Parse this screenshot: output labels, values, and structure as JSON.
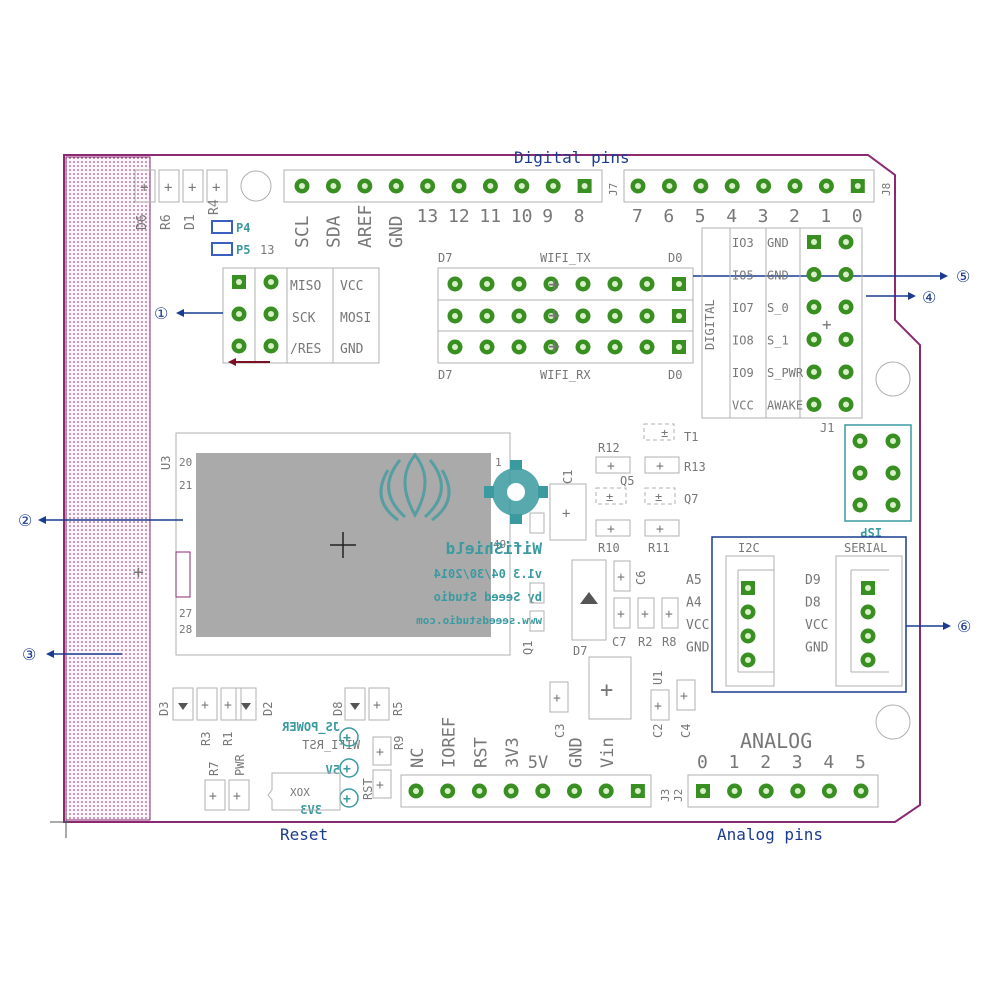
{
  "colors": {
    "board_outline": "#8b2a70",
    "silk": "#b0b0b0",
    "pad": "#3a8f22",
    "callout": "#1a3b8f",
    "teal": "#3a9aa0",
    "module": "#aaaaaa",
    "dark_red": "#7a1020"
  },
  "titles": {
    "digital": "Digital pins",
    "analog": "Analog pins",
    "reset": "Reset"
  },
  "callouts": {
    "c1": "①",
    "c2": "②",
    "c3": "③",
    "c4": "④",
    "c5": "⑤",
    "c6": "⑥"
  },
  "digital_header": {
    "left_labels": [
      "SCL",
      "SDA",
      "AREF",
      "GND",
      "13",
      "12",
      "11",
      "10",
      "9",
      "8"
    ],
    "right_labels": [
      "7",
      "6",
      "5",
      "4",
      "3",
      "2",
      "1",
      "0"
    ],
    "j7": "J7",
    "j8": "J8"
  },
  "power_header": {
    "labels": [
      "NC",
      "IOREF",
      "RST",
      "3V3",
      "5V",
      "GND",
      "Vin"
    ],
    "j3": "J3"
  },
  "analog_header": {
    "title": "ANALOG",
    "labels": [
      "0",
      "1",
      "2",
      "3",
      "4",
      "5"
    ],
    "j2": "J2"
  },
  "icsp": {
    "labels": [
      "MISO",
      "VCC",
      "SCK",
      "MOSI",
      "/RES",
      "GND"
    ],
    "p4": "P4",
    "p5": "P5",
    "p13": "13"
  },
  "wifi_header": {
    "top_left": "D7",
    "top_mid": "WIFI_TX",
    "top_right": "D0",
    "bot_left": "D7",
    "bot_mid": "WIFI_RX",
    "bot_right": "D0",
    "digital": "DIGITAL"
  },
  "wifi_io": {
    "left_col": [
      "IO3",
      "IO5",
      "IO7",
      "IO8",
      "IO9",
      "VCC"
    ],
    "mid_col": [
      "GND",
      "GND",
      "S_0",
      "S_1",
      "S_PWR",
      "AWAKE"
    ],
    "j1": "J1",
    "isp": "ISP"
  },
  "grove": {
    "i2c": "I2C",
    "serial": "SERIAL",
    "left_pins": [
      "A5",
      "A4",
      "VCC",
      "GND"
    ],
    "right_pins": [
      "D9",
      "D8",
      "VCC",
      "GND"
    ]
  },
  "module": {
    "u3": "U3",
    "pins": [
      "20",
      "21",
      "27",
      "28",
      "1",
      "49"
    ]
  },
  "brand": {
    "line1": "WifiShield",
    "line2": "v1.3 04/30/2014",
    "line3": "by Seeed Studio",
    "line4": "www.seeedstudio.com"
  },
  "components": {
    "d6": "D6",
    "r6": "R6",
    "d1": "D1",
    "r4": "R4",
    "r12": "R12",
    "r13": "R13",
    "t1": "T1",
    "q5": "Q5",
    "q7": "Q7",
    "r10": "R10",
    "r11": "R11",
    "c1": "C1",
    "c6": "C6",
    "c7": "C7",
    "r2": "R2",
    "r8": "R8",
    "d7": "D7",
    "q1": "Q1",
    "c3": "C3",
    "u1": "U1",
    "c2": "C2",
    "c4": "C4",
    "d3": "D3",
    "r3": "R3",
    "r1": "R1",
    "d2": "D2",
    "r7": "R7",
    "pwr": "PWR",
    "d8": "D8",
    "r5": "R5",
    "r9": "R9",
    "rst": "RST",
    "js_power": "JS_POWER",
    "wifi_rst": "WIFI_RST",
    "v5": "5V",
    "v3v3": "3V3"
  }
}
